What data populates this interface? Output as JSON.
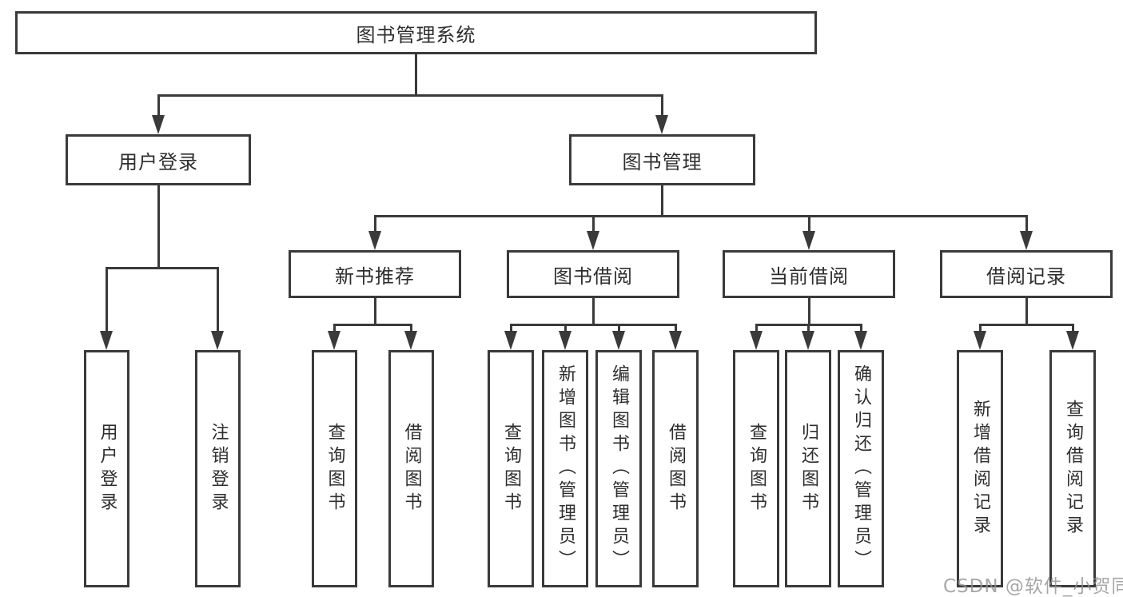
{
  "root": {
    "label": "图书管理系统"
  },
  "branches": [
    {
      "label": "用户登录",
      "leaves": [
        {
          "label": "用户登录"
        },
        {
          "label": "注销登录"
        }
      ]
    },
    {
      "label": "图书管理",
      "groups": [
        {
          "label": "新书推荐",
          "leaves": [
            {
              "label": "查询图书"
            },
            {
              "label": "借阅图书"
            }
          ]
        },
        {
          "label": "图书借阅",
          "leaves": [
            {
              "label": "查询图书"
            },
            {
              "label": "新增图书（管理员）"
            },
            {
              "label": "编辑图书（管理员）"
            },
            {
              "label": "借阅图书"
            }
          ]
        },
        {
          "label": "当前借阅",
          "leaves": [
            {
              "label": "查询图书"
            },
            {
              "label": "归还图书"
            },
            {
              "label": "确认归还（管理员）"
            }
          ]
        },
        {
          "label": "借阅记录",
          "leaves": [
            {
              "label": "新增借阅记录"
            },
            {
              "label": "查询借阅记录"
            }
          ]
        }
      ]
    }
  ],
  "watermark": {
    "text": "CSDN @软件_小贺同学"
  },
  "colors": {
    "line": "#3a3a3a",
    "border": "#3a3a3a",
    "text": "#2e2e2e",
    "watermark": "#919191",
    "background": "#ffffff"
  }
}
